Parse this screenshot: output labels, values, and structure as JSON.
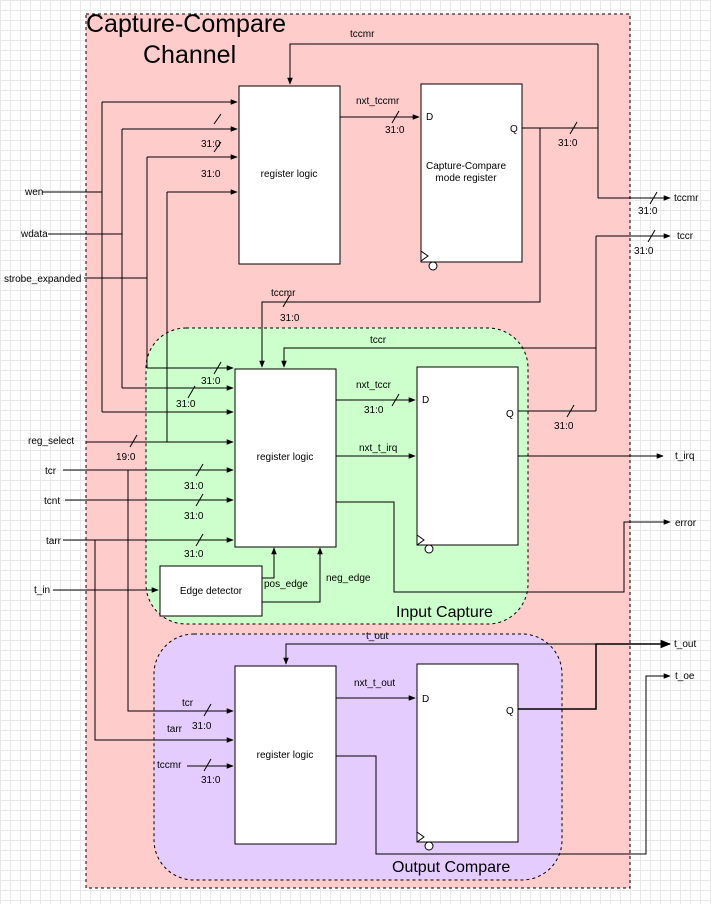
{
  "title": {
    "line1": "Capture-Compare",
    "line2": "Channel"
  },
  "regions": {
    "input_capture": "Input Capture",
    "output_compare": "Output Compare"
  },
  "inputs": {
    "wen": "wen",
    "wdata": "wdata",
    "strobe_expanded": "strobe_expanded",
    "reg_select": "reg_select",
    "tcr": "tcr",
    "tcnt": "tcnt",
    "tarr": "tarr",
    "t_in": "t_in"
  },
  "outputs": {
    "tccmr": "tccmr",
    "tccr": "tccr",
    "t_irq": "t_irq",
    "error": "error",
    "t_out": "t_out",
    "t_oe": "t_oe"
  },
  "blocks": {
    "register_logic": "register logic",
    "cc_mode_register_line1": "Capture-Compare",
    "cc_mode_register_line2": "mode register",
    "edge_detector": "Edge detector",
    "pin_d": "D",
    "pin_q": "Q"
  },
  "signals": {
    "tccmr": "tccmr",
    "tccr": "tccr",
    "nxt_tccmr": "nxt_tccmr",
    "nxt_tccr": "nxt_tccr",
    "nxt_t_irq": "nxt_t_irq",
    "pos_edge": "pos_edge",
    "neg_edge": "neg_edge",
    "t_out": "t_out",
    "nxt_t_out": "nxt_t_out",
    "tcr": "tcr",
    "tarr": "tarr",
    "tccmr_in": "tccmr"
  },
  "widths": {
    "w32": "31:0",
    "w20": "19:0"
  },
  "colors": {
    "channel_fill": "#ffcccc",
    "input_capture_fill": "#ccffcc",
    "output_compare_fill": "#e5ccff",
    "wire": "#000000"
  }
}
